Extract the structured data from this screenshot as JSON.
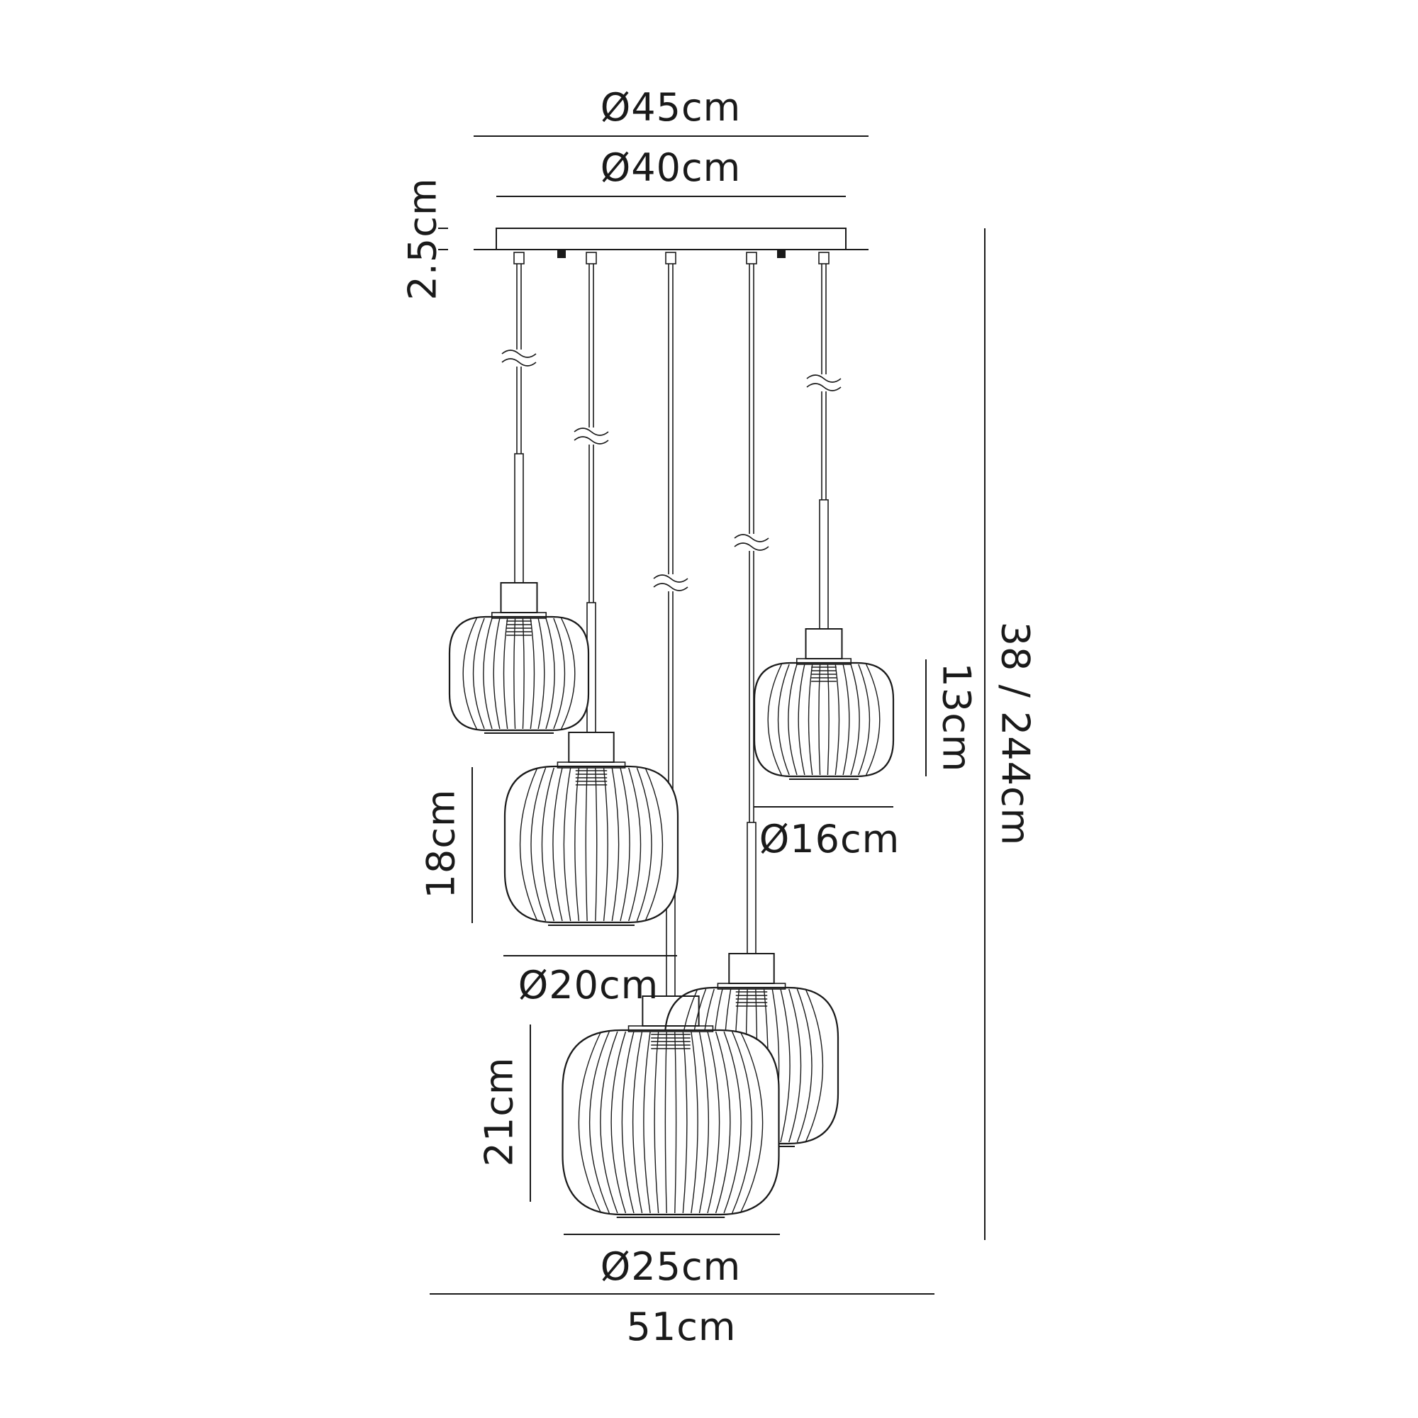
{
  "dimensions": {
    "canopy_outer_diameter": "Ø45cm",
    "canopy_inner_diameter": "Ø40cm",
    "canopy_height": "2.5cm",
    "overall_drop": "38 / 244cm",
    "small_shade_height": "13cm",
    "small_shade_diameter": "Ø16cm",
    "medium_shade_height": "18cm",
    "medium_shade_diameter": "Ø20cm",
    "large_shade_height": "21cm",
    "large_shade_diameter": "Ø25cm",
    "overall_width": "51cm"
  }
}
